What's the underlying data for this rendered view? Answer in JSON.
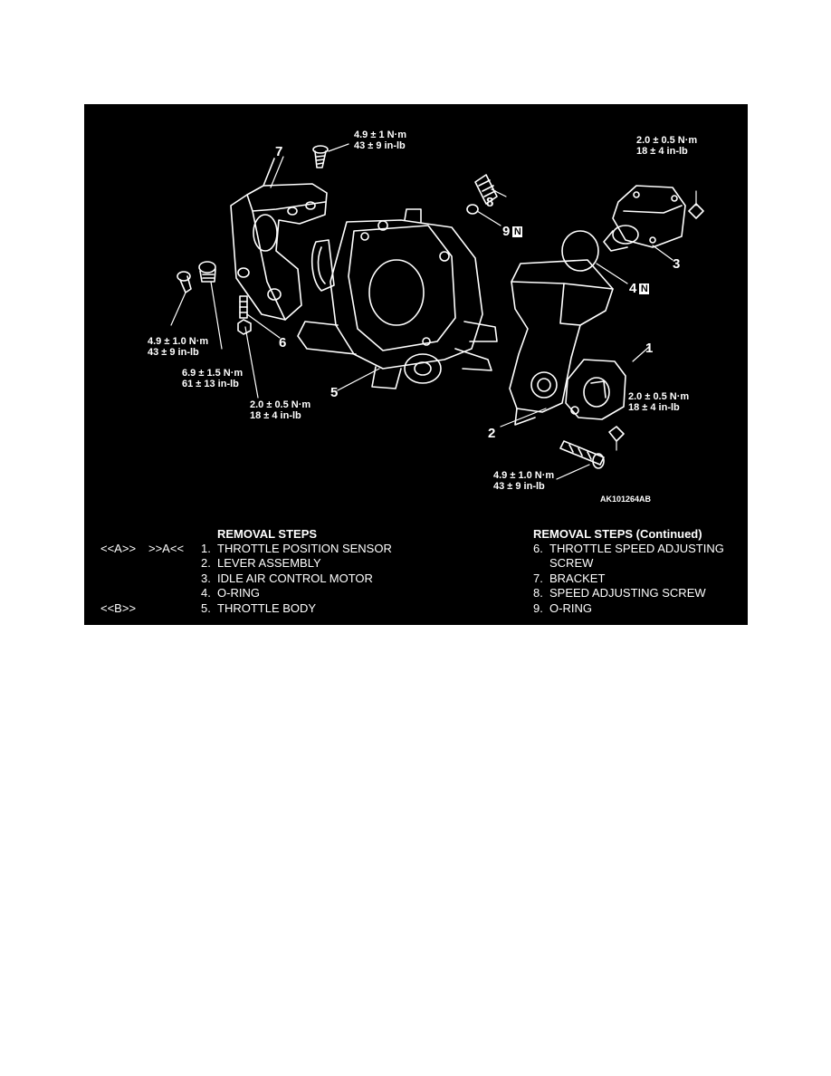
{
  "figure": {
    "code": "AK101264AB",
    "callouts": {
      "c1": "1",
      "c2": "2",
      "c3": "3",
      "c4": "4",
      "c5": "5",
      "c6": "6",
      "c7": "7",
      "c8": "8",
      "c9": "9"
    },
    "n_mark": "N",
    "torques": {
      "t_top_center": [
        "4.9 ± 1 N·m",
        "43 ± 9 in-lb"
      ],
      "t_top_right": [
        "2.0 ± 0.5 N·m",
        "18 ± 4 in-lb"
      ],
      "t_left": [
        "4.9 ± 1.0 N·m",
        "43 ± 9 in-lb"
      ],
      "t_left_mid": [
        "6.9 ± 1.5 N·m",
        "61 ± 13 in-lb"
      ],
      "t_center_low": [
        "2.0 ± 0.5 N·m",
        "18 ± 4 in-lb"
      ],
      "t_right_mid": [
        "2.0 ± 0.5 N·m",
        "18 ± 4 in-lb"
      ],
      "t_bottom": [
        "4.9 ± 1.0 N·m",
        "43 ± 9 in-lb"
      ]
    }
  },
  "removal_steps": {
    "title": "REMOVAL STEPS",
    "rows": [
      {
        "c1": "<<A>>",
        "c2": ">>A<<",
        "num": "1.",
        "text": "THROTTLE POSITION SENSOR"
      },
      {
        "c1": "",
        "c2": "",
        "num": "2.",
        "text": "LEVER ASSEMBLY"
      },
      {
        "c1": "",
        "c2": "",
        "num": "3.",
        "text": "IDLE AIR CONTROL MOTOR"
      },
      {
        "c1": "",
        "c2": "",
        "num": "4.",
        "text": "O-RING"
      },
      {
        "c1": "<<B>>",
        "c2": "",
        "num": "5.",
        "text": "THROTTLE BODY"
      }
    ]
  },
  "removal_steps_continued": {
    "title": "REMOVAL STEPS (Continued)",
    "rows": [
      {
        "num": "6.",
        "text": "THROTTLE SPEED ADJUSTING"
      },
      {
        "num": "",
        "text": "SCREW"
      },
      {
        "num": "7.",
        "text": "BRACKET"
      },
      {
        "num": "8.",
        "text": "SPEED ADJUSTING SCREW"
      },
      {
        "num": "9.",
        "text": "O-RING"
      }
    ]
  }
}
